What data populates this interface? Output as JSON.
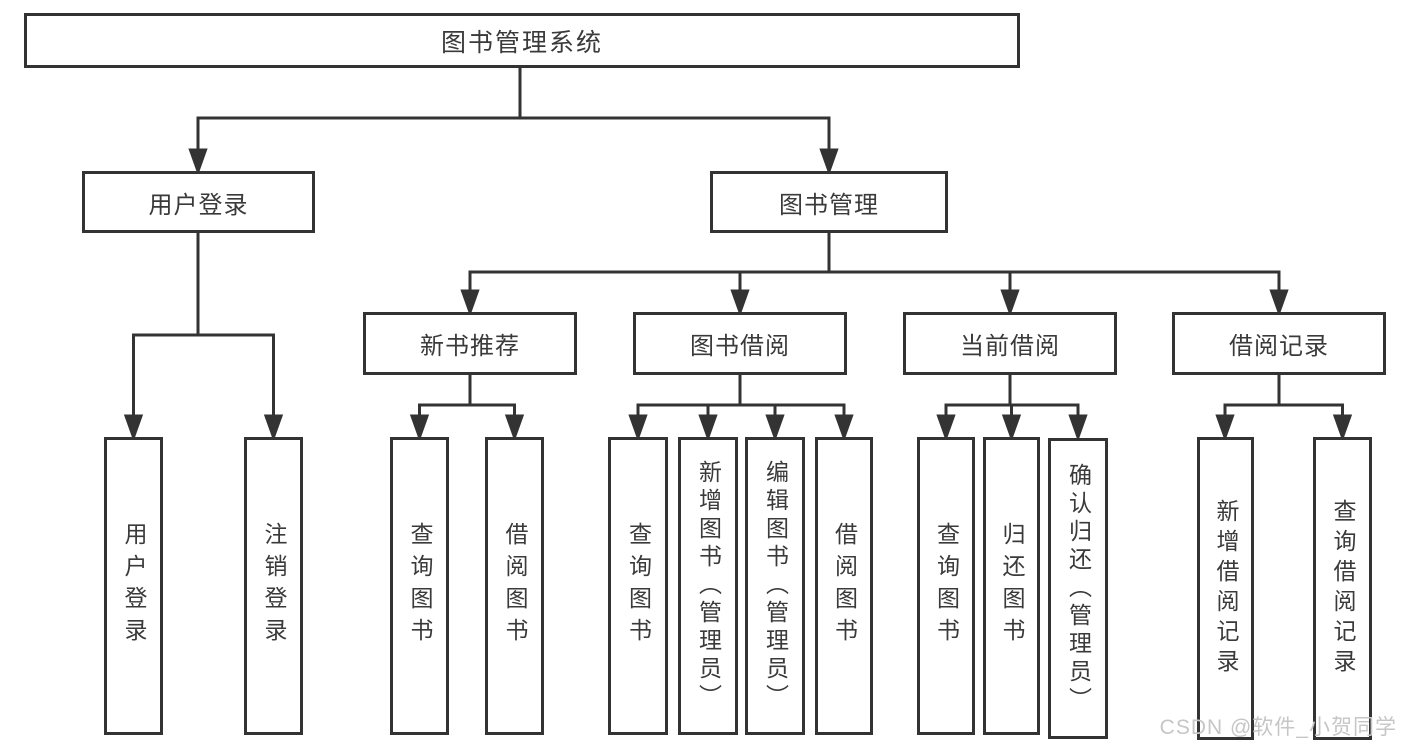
{
  "colors": {
    "line": "#333333",
    "box_border": "#333333",
    "box_fill": "#ffffff",
    "text": "#3a3a3a",
    "watermark": "#c6c6c6",
    "background": "#ffffff"
  },
  "diagram": {
    "type": "hierarchy-tree",
    "root": {
      "label": "图书管理系统"
    },
    "branches": [
      {
        "label": "用户登录",
        "children": [
          {
            "label": "用户登录"
          },
          {
            "label": "注销登录"
          }
        ]
      },
      {
        "label": "图书管理",
        "children": [
          {
            "label": "新书推荐",
            "children": [
              {
                "label": "查询图书"
              },
              {
                "label": "借阅图书"
              }
            ]
          },
          {
            "label": "图书借阅",
            "children": [
              {
                "label": "查询图书"
              },
              {
                "label": "新增图书（管理员）"
              },
              {
                "label": "编辑图书（管理员）"
              },
              {
                "label": "借阅图书"
              }
            ]
          },
          {
            "label": "当前借阅",
            "children": [
              {
                "label": "查询图书"
              },
              {
                "label": "归还图书"
              },
              {
                "label": "确认归还（管理员）"
              }
            ]
          },
          {
            "label": "借阅记录",
            "children": [
              {
                "label": "新增借阅记录"
              },
              {
                "label": "查询借阅记录"
              }
            ]
          }
        ]
      }
    ]
  },
  "watermark": {
    "text": "CSDN @软件_小贺同学"
  }
}
